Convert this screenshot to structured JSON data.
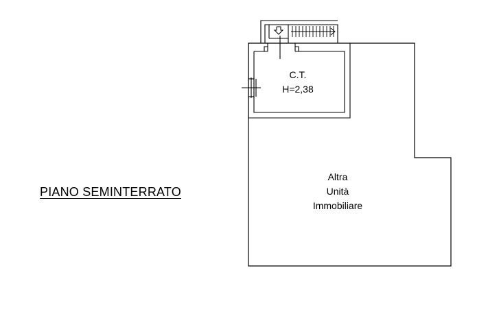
{
  "floor_title": "PIANO SEMINTERRATO",
  "rooms": {
    "ct": {
      "name": "C.T.",
      "height": "H=2,38"
    },
    "other_unit": {
      "lines": [
        "Altra",
        "Unità",
        "Immobiliare"
      ]
    }
  },
  "colors": {
    "lines": "#000000",
    "background": "#ffffff"
  }
}
